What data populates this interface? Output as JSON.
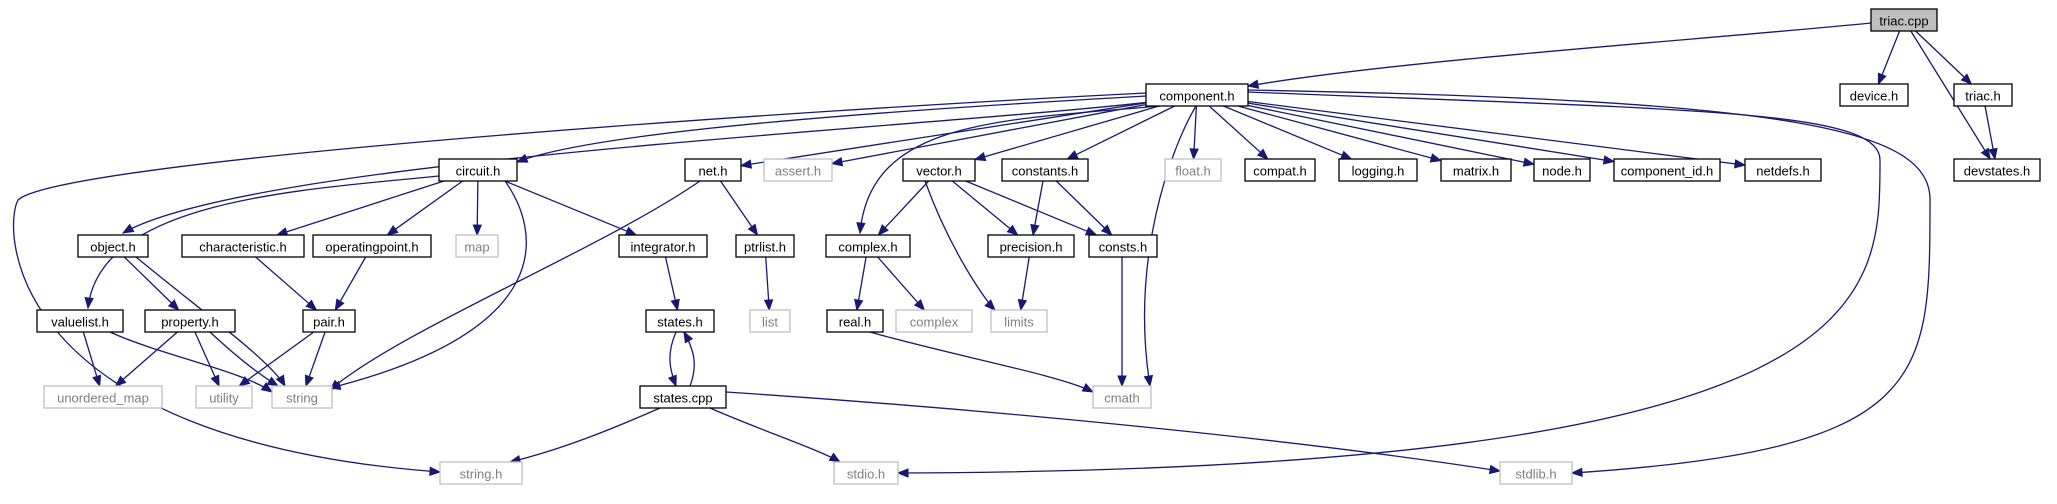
{
  "graph": {
    "root": "triac.cpp",
    "colors": {
      "edge": "#191970",
      "project_border": "#000000",
      "system_border": "#bfbfbf",
      "system_text": "#7f7f7f",
      "root_fill": "#bfbfbf"
    },
    "nodes": [
      {
        "id": "triac_cpp",
        "label": "triac.cpp",
        "kind": "root"
      },
      {
        "id": "component_h",
        "label": "component.h",
        "kind": "project"
      },
      {
        "id": "device_h",
        "label": "device.h",
        "kind": "project"
      },
      {
        "id": "triac_h",
        "label": "triac.h",
        "kind": "project"
      },
      {
        "id": "devstates_h",
        "label": "devstates.h",
        "kind": "project"
      },
      {
        "id": "circuit_h",
        "label": "circuit.h",
        "kind": "project"
      },
      {
        "id": "net_h",
        "label": "net.h",
        "kind": "project"
      },
      {
        "id": "assert_h",
        "label": "assert.h",
        "kind": "system"
      },
      {
        "id": "vector_h",
        "label": "vector.h",
        "kind": "project"
      },
      {
        "id": "constants_h",
        "label": "constants.h",
        "kind": "project"
      },
      {
        "id": "float_h",
        "label": "float.h",
        "kind": "system"
      },
      {
        "id": "compat_h",
        "label": "compat.h",
        "kind": "project"
      },
      {
        "id": "logging_h",
        "label": "logging.h",
        "kind": "project"
      },
      {
        "id": "matrix_h",
        "label": "matrix.h",
        "kind": "project"
      },
      {
        "id": "node_h",
        "label": "node.h",
        "kind": "project"
      },
      {
        "id": "component_id_h",
        "label": "component_id.h",
        "kind": "project"
      },
      {
        "id": "netdefs_h",
        "label": "netdefs.h",
        "kind": "project"
      },
      {
        "id": "object_h",
        "label": "object.h",
        "kind": "project"
      },
      {
        "id": "characteristic_h",
        "label": "characteristic.h",
        "kind": "project"
      },
      {
        "id": "operatingpoint_h",
        "label": "operatingpoint.h",
        "kind": "project"
      },
      {
        "id": "map",
        "label": "map",
        "kind": "system"
      },
      {
        "id": "integrator_h",
        "label": "integrator.h",
        "kind": "project"
      },
      {
        "id": "ptrlist_h",
        "label": "ptrlist.h",
        "kind": "project"
      },
      {
        "id": "complex_h",
        "label": "complex.h",
        "kind": "project"
      },
      {
        "id": "precision_h",
        "label": "precision.h",
        "kind": "project"
      },
      {
        "id": "consts_h",
        "label": "consts.h",
        "kind": "project"
      },
      {
        "id": "valuelist_h",
        "label": "valuelist.h",
        "kind": "project"
      },
      {
        "id": "property_h",
        "label": "property.h",
        "kind": "project"
      },
      {
        "id": "pair_h",
        "label": "pair.h",
        "kind": "project"
      },
      {
        "id": "states_h",
        "label": "states.h",
        "kind": "project"
      },
      {
        "id": "list",
        "label": "list",
        "kind": "system"
      },
      {
        "id": "real_h",
        "label": "real.h",
        "kind": "project"
      },
      {
        "id": "complex",
        "label": "complex",
        "kind": "system"
      },
      {
        "id": "limits",
        "label": "limits",
        "kind": "system"
      },
      {
        "id": "unordered_map",
        "label": "unordered_map",
        "kind": "system"
      },
      {
        "id": "utility",
        "label": "utility",
        "kind": "system"
      },
      {
        "id": "string",
        "label": "string",
        "kind": "system"
      },
      {
        "id": "cmath",
        "label": "cmath",
        "kind": "system"
      },
      {
        "id": "states_cpp",
        "label": "states.cpp",
        "kind": "project"
      },
      {
        "id": "string_h",
        "label": "string.h",
        "kind": "system"
      },
      {
        "id": "stdio_h",
        "label": "stdio.h",
        "kind": "system"
      },
      {
        "id": "stdlib_h",
        "label": "stdlib.h",
        "kind": "system"
      }
    ],
    "edges": [
      [
        "triac_cpp",
        "component_h"
      ],
      [
        "triac_cpp",
        "device_h"
      ],
      [
        "triac_cpp",
        "triac_h"
      ],
      [
        "triac_cpp",
        "devstates_h"
      ],
      [
        "triac_h",
        "devstates_h"
      ],
      [
        "component_h",
        "circuit_h"
      ],
      [
        "component_h",
        "net_h"
      ],
      [
        "component_h",
        "assert_h"
      ],
      [
        "component_h",
        "vector_h"
      ],
      [
        "component_h",
        "constants_h"
      ],
      [
        "component_h",
        "float_h"
      ],
      [
        "component_h",
        "compat_h"
      ],
      [
        "component_h",
        "logging_h"
      ],
      [
        "component_h",
        "matrix_h"
      ],
      [
        "component_h",
        "node_h"
      ],
      [
        "component_h",
        "component_id_h"
      ],
      [
        "component_h",
        "netdefs_h"
      ],
      [
        "component_h",
        "object_h"
      ],
      [
        "component_h",
        "complex_h"
      ],
      [
        "component_h",
        "cmath"
      ],
      [
        "component_h",
        "string_h"
      ],
      [
        "component_h",
        "stdio_h"
      ],
      [
        "component_h",
        "stdlib_h"
      ],
      [
        "circuit_h",
        "valuelist_h"
      ],
      [
        "circuit_h",
        "characteristic_h"
      ],
      [
        "circuit_h",
        "operatingpoint_h"
      ],
      [
        "circuit_h",
        "map"
      ],
      [
        "circuit_h",
        "integrator_h"
      ],
      [
        "circuit_h",
        "string"
      ],
      [
        "net_h",
        "ptrlist_h"
      ],
      [
        "net_h",
        "string"
      ],
      [
        "vector_h",
        "complex_h"
      ],
      [
        "vector_h",
        "precision_h"
      ],
      [
        "vector_h",
        "consts_h"
      ],
      [
        "vector_h",
        "limits"
      ],
      [
        "constants_h",
        "precision_h"
      ],
      [
        "constants_h",
        "consts_h"
      ],
      [
        "object_h",
        "property_h"
      ],
      [
        "object_h",
        "string"
      ],
      [
        "characteristic_h",
        "pair_h"
      ],
      [
        "operatingpoint_h",
        "pair_h"
      ],
      [
        "integrator_h",
        "states_h"
      ],
      [
        "ptrlist_h",
        "list"
      ],
      [
        "complex_h",
        "real_h"
      ],
      [
        "complex_h",
        "complex"
      ],
      [
        "precision_h",
        "limits"
      ],
      [
        "consts_h",
        "cmath"
      ],
      [
        "valuelist_h",
        "unordered_map"
      ],
      [
        "valuelist_h",
        "string"
      ],
      [
        "property_h",
        "unordered_map"
      ],
      [
        "property_h",
        "utility"
      ],
      [
        "property_h",
        "string"
      ],
      [
        "pair_h",
        "utility"
      ],
      [
        "pair_h",
        "string"
      ],
      [
        "states_h",
        "states_cpp"
      ],
      [
        "states_cpp",
        "states_h"
      ],
      [
        "real_h",
        "cmath"
      ],
      [
        "states_cpp",
        "string_h"
      ],
      [
        "states_cpp",
        "stdio_h"
      ],
      [
        "states_cpp",
        "stdlib_h"
      ]
    ]
  }
}
